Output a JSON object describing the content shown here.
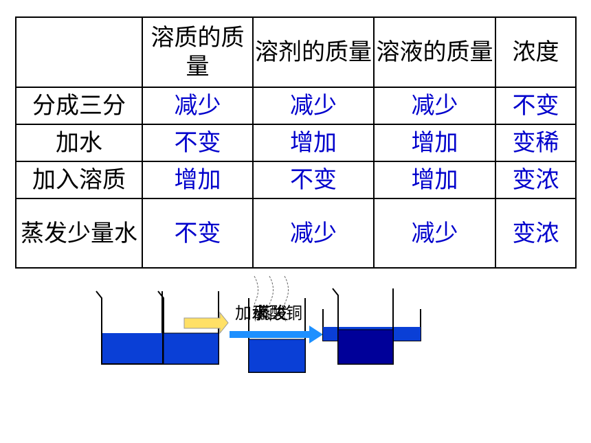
{
  "table": {
    "headers": [
      "",
      "溶质的质量",
      "溶剂的质量",
      "溶液的质量",
      "浓度"
    ],
    "rows": [
      {
        "label": "分成三分",
        "values": [
          "减少",
          "减少",
          "减少",
          "不变"
        ]
      },
      {
        "label": "加水",
        "values": [
          "不变",
          "增加",
          "增加",
          "变稀"
        ]
      },
      {
        "label": "加入溶质",
        "values": [
          "增加",
          "不变",
          "增加",
          "变浓"
        ]
      },
      {
        "label": "蒸发少量水",
        "values": [
          "不变",
          "减少",
          "减少",
          "变浓"
        ]
      }
    ]
  },
  "diagram": {
    "overlapping_labels": [
      "加水",
      "硫酸铜",
      "蒸发"
    ],
    "colors": {
      "water": "#0a3fd6",
      "dark_solution": "#000099",
      "arrow": "#1e90ff",
      "yellow_arrow": "#ffe066"
    }
  }
}
